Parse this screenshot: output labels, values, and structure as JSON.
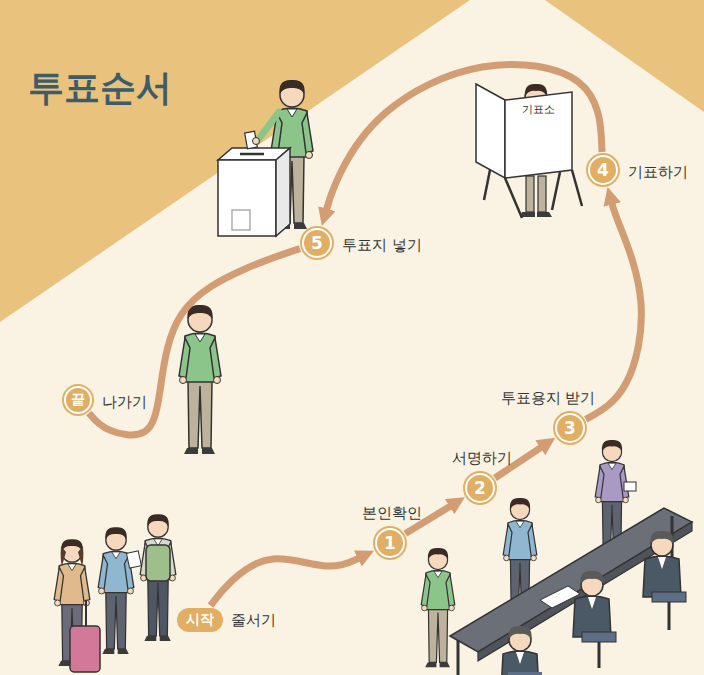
{
  "diagram": {
    "title": "투표순서",
    "nodes": [
      {
        "text": [
          "시작",
          "줄서기"
        ]
      },
      {
        "text": [
          "1",
          "본인확인"
        ]
      },
      {
        "text": [
          "2",
          "서명하기"
        ]
      },
      {
        "text": [
          "3",
          "투표용지 받기"
        ]
      },
      {
        "text": [
          "4",
          "기표하기"
        ]
      },
      {
        "text": [
          "5",
          "투표지 넣기"
        ]
      },
      {
        "text": [
          "끝",
          "나가기"
        ]
      }
    ],
    "edges": [
      {
        "from": 0,
        "to": 1,
        "arrow": "to"
      },
      {
        "from": 1,
        "to": 2,
        "arrow": "to"
      },
      {
        "from": 2,
        "to": 3,
        "arrow": "to"
      },
      {
        "from": 3,
        "to": 4,
        "arrow": "to"
      },
      {
        "from": 4,
        "to": 5,
        "arrow": "to"
      },
      {
        "from": 5,
        "to": 6,
        "arrow": "none"
      }
    ],
    "labels": [
      "기표소"
    ]
  }
}
